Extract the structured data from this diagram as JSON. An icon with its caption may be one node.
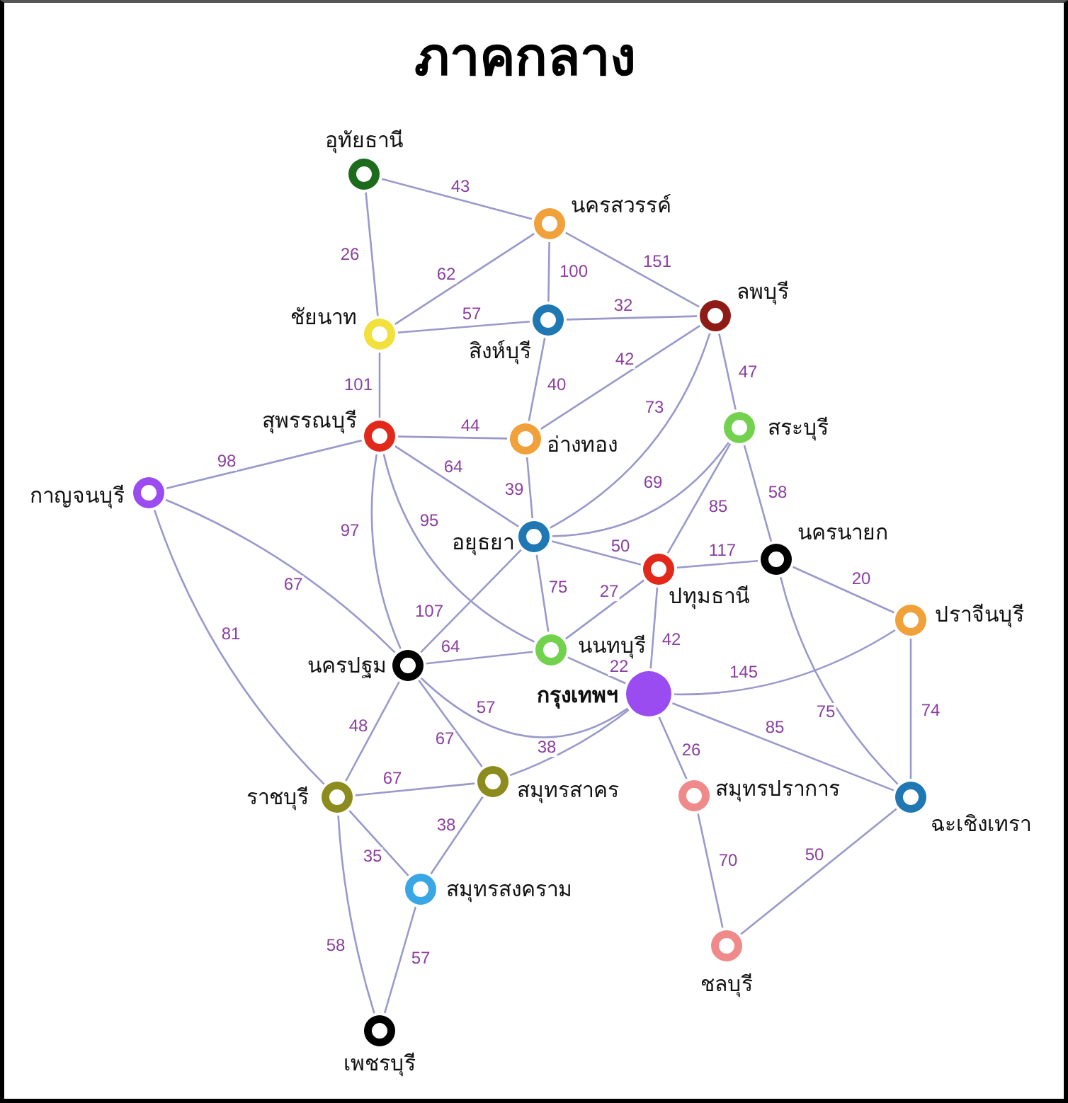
{
  "diagram": {
    "title": "ภาคกลาง",
    "nodes": [
      {
        "text": [
          "อุทัยธานี"
        ]
      },
      {
        "text": [
          "นครสวรรค์"
        ]
      },
      {
        "text": [
          "ชัยนาท"
        ]
      },
      {
        "text": [
          "สิงห์บุรี"
        ]
      },
      {
        "text": [
          "ลพบุรี"
        ]
      },
      {
        "text": [
          "สุพรรณบุรี"
        ]
      },
      {
        "text": [
          "อ่างทอง"
        ]
      },
      {
        "text": [
          "สระบุรี"
        ]
      },
      {
        "text": [
          "กาญจนบุรี"
        ]
      },
      {
        "text": [
          "อยุธยา"
        ]
      },
      {
        "text": [
          "นครนายก"
        ]
      },
      {
        "text": [
          "ปทุมธานี"
        ]
      },
      {
        "text": [
          "ปราจีนบุรี"
        ]
      },
      {
        "text": [
          "นนทบุรี"
        ]
      },
      {
        "text": [
          "นครปฐม"
        ]
      },
      {
        "text": [
          "กรุงเทพฯ"
        ]
      },
      {
        "text": [
          "ราชบุรี"
        ]
      },
      {
        "text": [
          "สมุทรสาคร"
        ]
      },
      {
        "text": [
          "สมุทรปราการ"
        ]
      },
      {
        "text": [
          "ฉะเชิงเทรา"
        ]
      },
      {
        "text": [
          "สมุทรสงคราม"
        ]
      },
      {
        "text": [
          "ชลบุรี"
        ]
      },
      {
        "text": [
          "เพชรบุรี"
        ]
      }
    ],
    "edges": [
      {
        "from": 0,
        "to": 1,
        "arrow": "none",
        "label": "43"
      },
      {
        "from": 0,
        "to": 2,
        "arrow": "none",
        "label": "26"
      },
      {
        "from": 1,
        "to": 2,
        "arrow": "none",
        "label": "62"
      },
      {
        "from": 1,
        "to": 3,
        "arrow": "none",
        "label": "100"
      },
      {
        "from": 1,
        "to": 4,
        "arrow": "none",
        "label": "151"
      },
      {
        "from": 2,
        "to": 3,
        "arrow": "none",
        "label": "57"
      },
      {
        "from": 2,
        "to": 5,
        "arrow": "none",
        "label": "101"
      },
      {
        "from": 3,
        "to": 4,
        "arrow": "none",
        "label": "32"
      },
      {
        "from": 3,
        "to": 6,
        "arrow": "none",
        "label": "40"
      },
      {
        "from": 4,
        "to": 6,
        "arrow": "none",
        "label": "42"
      },
      {
        "from": 4,
        "to": 9,
        "arrow": "none",
        "label": "73"
      },
      {
        "from": 4,
        "to": 7,
        "arrow": "none",
        "label": "47"
      },
      {
        "from": 5,
        "to": 6,
        "arrow": "none",
        "label": "44"
      },
      {
        "from": 5,
        "to": 8,
        "arrow": "none",
        "label": "98"
      },
      {
        "from": 5,
        "to": 9,
        "arrow": "none",
        "label": "64"
      },
      {
        "from": 5,
        "to": 14,
        "arrow": "none",
        "label": "97"
      },
      {
        "from": 5,
        "to": 13,
        "arrow": "none",
        "label": "95"
      },
      {
        "from": 6,
        "to": 9,
        "arrow": "none",
        "label": "39"
      },
      {
        "from": 7,
        "to": 9,
        "arrow": "none",
        "label": "69"
      },
      {
        "from": 7,
        "to": 11,
        "arrow": "none",
        "label": "85"
      },
      {
        "from": 7,
        "to": 10,
        "arrow": "none",
        "label": "58"
      },
      {
        "from": 8,
        "to": 14,
        "arrow": "none",
        "label": "67"
      },
      {
        "from": 8,
        "to": 16,
        "arrow": "none",
        "label": "81"
      },
      {
        "from": 9,
        "to": 11,
        "arrow": "none",
        "label": "50"
      },
      {
        "from": 9,
        "to": 13,
        "arrow": "none",
        "label": "75"
      },
      {
        "from": 9,
        "to": 14,
        "arrow": "none",
        "label": "107"
      },
      {
        "from": 10,
        "to": 11,
        "arrow": "none",
        "label": "117"
      },
      {
        "from": 10,
        "to": 12,
        "arrow": "none",
        "label": "20"
      },
      {
        "from": 10,
        "to": 19,
        "arrow": "none",
        "label": "75"
      },
      {
        "from": 11,
        "to": 13,
        "arrow": "none",
        "label": "27"
      },
      {
        "from": 11,
        "to": 15,
        "arrow": "none",
        "label": "42"
      },
      {
        "from": 12,
        "to": 15,
        "arrow": "none",
        "label": "145"
      },
      {
        "from": 12,
        "to": 19,
        "arrow": "none",
        "label": "74"
      },
      {
        "from": 13,
        "to": 14,
        "arrow": "none",
        "label": "64"
      },
      {
        "from": 13,
        "to": 15,
        "arrow": "none",
        "label": "22"
      },
      {
        "from": 14,
        "to": 15,
        "arrow": "none",
        "label": "57"
      },
      {
        "from": 14,
        "to": 16,
        "arrow": "none",
        "label": "48"
      },
      {
        "from": 14,
        "to": 17,
        "arrow": "none",
        "label": "67"
      },
      {
        "from": 15,
        "to": 17,
        "arrow": "none",
        "label": "38"
      },
      {
        "from": 15,
        "to": 18,
        "arrow": "none",
        "label": "26"
      },
      {
        "from": 15,
        "to": 19,
        "arrow": "none",
        "label": "85"
      },
      {
        "from": 16,
        "to": 17,
        "arrow": "none",
        "label": "67"
      },
      {
        "from": 16,
        "to": 20,
        "arrow": "none",
        "label": "35"
      },
      {
        "from": 16,
        "to": 22,
        "arrow": "none",
        "label": "58"
      },
      {
        "from": 17,
        "to": 20,
        "arrow": "none",
        "label": "38"
      },
      {
        "from": 18,
        "to": 21,
        "arrow": "none",
        "label": "70"
      },
      {
        "from": 19,
        "to": 21,
        "arrow": "none",
        "label": "50"
      },
      {
        "from": 20,
        "to": 22,
        "arrow": "none",
        "label": "57"
      }
    ]
  }
}
